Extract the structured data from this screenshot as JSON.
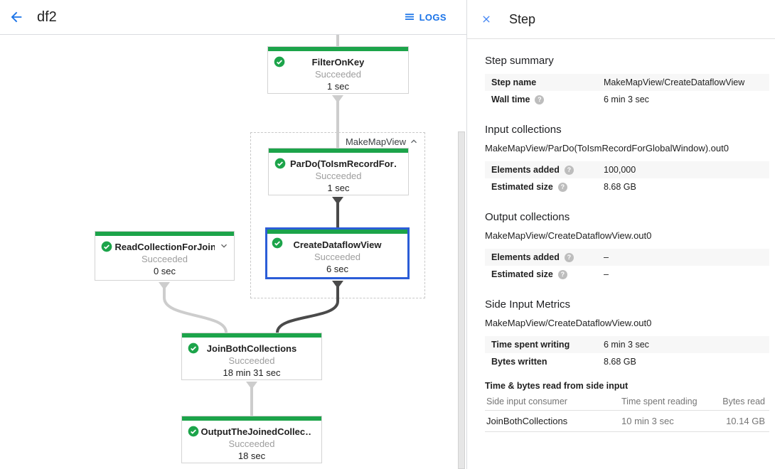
{
  "colors": {
    "status_green": "#1ca44a",
    "selected_blue": "#2b5dd7",
    "link_blue": "#1a73e8",
    "close_blue": "#4285f4"
  },
  "toolbar": {
    "title": "df2",
    "logs_label": "LOGS"
  },
  "graph": {
    "group_label": "MakeMapView",
    "nodes": [
      {
        "title": "FilterOnKey",
        "status": "Succeeded",
        "time": "1 sec"
      },
      {
        "title": "ParDo(ToIsmRecordFor…",
        "status": "Succeeded",
        "time": "1 sec"
      },
      {
        "title": "CreateDataflowView",
        "status": "Succeeded",
        "time": "6 sec"
      },
      {
        "title": "ReadCollectionForJoin",
        "status": "Succeeded",
        "time": "0 sec"
      },
      {
        "title": "JoinBothCollections",
        "status": "Succeeded",
        "time": "18 min 31 sec"
      },
      {
        "title": "OutputTheJoinedCollec…",
        "status": "Succeeded",
        "time": "18 sec"
      }
    ]
  },
  "panel": {
    "title": "Step",
    "step_summary": {
      "heading": "Step summary",
      "rows": [
        {
          "label": "Step name",
          "value": "MakeMapView/CreateDataflowView"
        },
        {
          "label": "Wall time",
          "value": "6 min 3 sec"
        }
      ]
    },
    "input_collections": {
      "heading": "Input collections",
      "collection": "MakeMapView/ParDo(ToIsmRecordForGlobalWindow).out0",
      "rows": [
        {
          "label": "Elements added",
          "value": "100,000"
        },
        {
          "label": "Estimated size",
          "value": "8.68 GB"
        }
      ]
    },
    "output_collections": {
      "heading": "Output collections",
      "collection": "MakeMapView/CreateDataflowView.out0",
      "rows": [
        {
          "label": "Elements added",
          "value": "–"
        },
        {
          "label": "Estimated size",
          "value": "–"
        }
      ]
    },
    "side_input_metrics": {
      "heading": "Side Input Metrics",
      "collection": "MakeMapView/CreateDataflowView.out0",
      "rows": [
        {
          "label": "Time spent writing",
          "value": "6 min 3 sec"
        },
        {
          "label": "Bytes written",
          "value": "8.68 GB"
        }
      ],
      "table": {
        "heading": "Time & bytes read from side input",
        "columns": [
          "Side input consumer",
          "Time spent reading",
          "Bytes read"
        ],
        "row": [
          "JoinBothCollections",
          "10 min 3 sec",
          "10.14 GB"
        ]
      }
    }
  }
}
